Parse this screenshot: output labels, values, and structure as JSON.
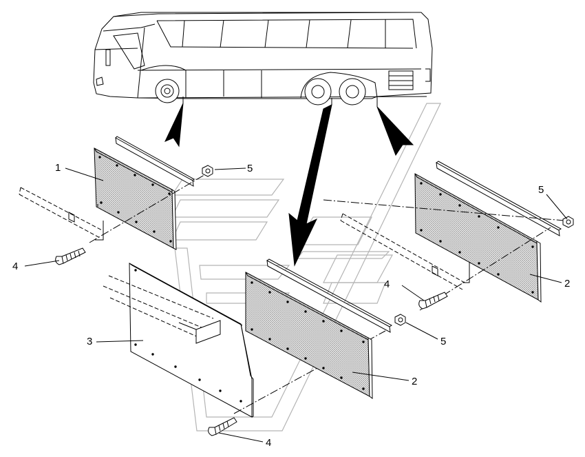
{
  "callouts": {
    "item_1": "1",
    "item_2_right": "2",
    "item_2_center": "2",
    "item_3": "3",
    "item_4_left": "4",
    "item_4_right": "4",
    "item_4_bottom": "4",
    "item_5_left": "5",
    "item_5_right": "5",
    "item_5_center": "5"
  },
  "colors": {
    "line": "#000000",
    "mesh": "#c8c8c8",
    "watermark": "#b4b4b4",
    "arrow": "#000000"
  }
}
